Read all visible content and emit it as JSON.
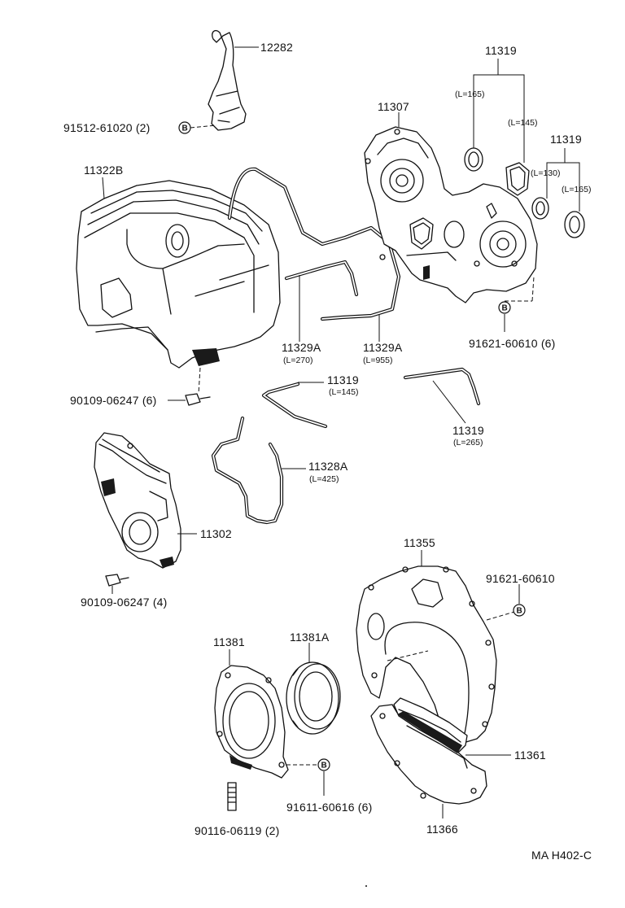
{
  "labels": {
    "p12282": "12282",
    "p91512": "91512-61020 (2)",
    "p11322b": "11322B",
    "p11307": "11307",
    "p11319_top": "11319",
    "p11319_top_len1": "(L=165)",
    "p11319_top_len2": "(L=145)",
    "p11319_right": "11319",
    "p11319_right_len1": "(L=130)",
    "p11319_right_len2": "(L=165)",
    "p91621_6": "91621-60610 (6)",
    "p11329a_1": "11329A",
    "p11329a_1_len": "(L=270)",
    "p11329a_2": "11329A",
    "p11329a_2_len": "(L=955)",
    "p90109_6": "90109-06247 (6)",
    "p11319_mid": "11319",
    "p11319_mid_len": "(L=145)",
    "p11319_low": "11319",
    "p11319_low_len": "(L=265)",
    "p11328a": "11328A",
    "p11328a_len": "(L=425)",
    "p11302": "11302",
    "p90109_4": "90109-06247 (4)",
    "p11355": "11355",
    "p91621": "91621-60610",
    "p11381": "11381",
    "p11381a": "11381A",
    "p11361": "11361",
    "p91611": "91611-60616 (6)",
    "p90116": "90116-06119 (2)",
    "p11366": "11366",
    "footer": "MA  H402-C"
  },
  "markers": {
    "b": "B"
  },
  "colors": {
    "ink": "#111111",
    "paper": "#ffffff"
  }
}
